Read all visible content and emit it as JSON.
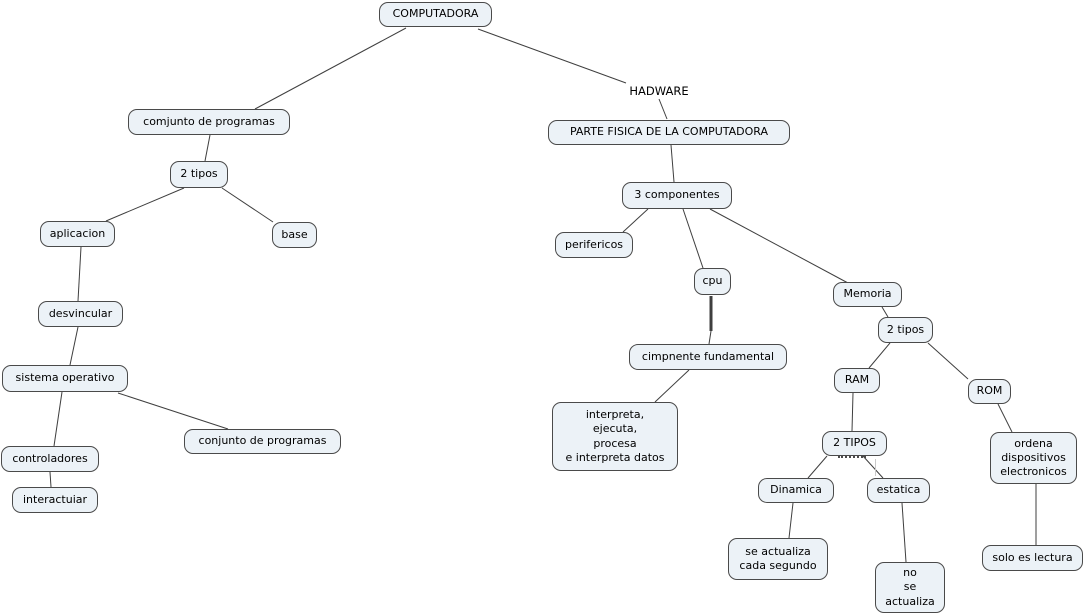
{
  "document": {
    "title": "COMPUTADORA"
  },
  "colors": {
    "background": "#ffffff",
    "node_fill": "#ecf2f7",
    "node_border": "#4a4a4a",
    "edge": "#3f3f3f",
    "text": "#000000"
  },
  "nodes": [
    {
      "id": "computadora",
      "label": "COMPUTADORA"
    },
    {
      "id": "comjunto-de-programas",
      "label": "comjunto de programas"
    },
    {
      "id": "parte-fisica",
      "label": "PARTE FISICA DE LA COMPUTADORA"
    },
    {
      "id": "2-tipos-software",
      "label": "2 tipos"
    },
    {
      "id": "3-componentes",
      "label": "3 componentes"
    },
    {
      "id": "aplicacion",
      "label": "aplicacion"
    },
    {
      "id": "base",
      "label": "base"
    },
    {
      "id": "perifericos",
      "label": "perifericos"
    },
    {
      "id": "cpu",
      "label": "cpu"
    },
    {
      "id": "memoria",
      "label": "Memoria"
    },
    {
      "id": "desvincular",
      "label": "desvincular"
    },
    {
      "id": "2-tipos-memoria",
      "label": "2 tipos"
    },
    {
      "id": "cimpnente-fundamental",
      "label": "cimpnente fundamental"
    },
    {
      "id": "sistema-operativo",
      "label": "sistema operativo"
    },
    {
      "id": "ram",
      "label": "RAM"
    },
    {
      "id": "rom",
      "label": "ROM"
    },
    {
      "id": "interpreta",
      "label": "interpreta,\nejecuta,\nprocesa\ne interpreta datos"
    },
    {
      "id": "2-tipos-ram",
      "label": "2 TIPOS"
    },
    {
      "id": "conjunto-de-programas",
      "label": "conjunto de programas"
    },
    {
      "id": "ordena",
      "label": "ordena\ndispositivos\nelectronicos"
    },
    {
      "id": "controladores",
      "label": "controladores"
    },
    {
      "id": "interactuiar",
      "label": "interactuiar"
    },
    {
      "id": "dinamica",
      "label": "Dinamica"
    },
    {
      "id": "estatica",
      "label": "estatica"
    },
    {
      "id": "se-actualiza",
      "label": "se actualiza\ncada segundo"
    },
    {
      "id": "no-se-actualiza",
      "label": "no\nse\nactualiza"
    },
    {
      "id": "solo-es-lectura",
      "label": "solo es lectura"
    }
  ],
  "link_labels": [
    {
      "id": "hadware",
      "label": "HADWARE"
    }
  ],
  "edges": [
    {
      "from": "computadora",
      "to": "comjunto-de-programas"
    },
    {
      "from": "computadora",
      "to": "hadware"
    },
    {
      "from": "hadware",
      "to": "parte-fisica"
    },
    {
      "from": "comjunto-de-programas",
      "to": "2-tipos-software"
    },
    {
      "from": "2-tipos-software",
      "to": "aplicacion"
    },
    {
      "from": "2-tipos-software",
      "to": "base"
    },
    {
      "from": "aplicacion",
      "to": "desvincular"
    },
    {
      "from": "desvincular",
      "to": "sistema-operativo"
    },
    {
      "from": "sistema-operativo",
      "to": "controladores"
    },
    {
      "from": "sistema-operativo",
      "to": "conjunto-de-programas"
    },
    {
      "from": "controladores",
      "to": "interactuiar"
    },
    {
      "from": "parte-fisica",
      "to": "3-componentes"
    },
    {
      "from": "3-componentes",
      "to": "perifericos"
    },
    {
      "from": "3-componentes",
      "to": "cpu"
    },
    {
      "from": "3-componentes",
      "to": "memoria"
    },
    {
      "from": "cpu",
      "to": "cimpnente-fundamental"
    },
    {
      "from": "cimpnente-fundamental",
      "to": "interpreta"
    },
    {
      "from": "memoria",
      "to": "2-tipos-memoria"
    },
    {
      "from": "2-tipos-memoria",
      "to": "ram"
    },
    {
      "from": "2-tipos-memoria",
      "to": "rom"
    },
    {
      "from": "ram",
      "to": "2-tipos-ram"
    },
    {
      "from": "2-tipos-ram",
      "to": "dinamica"
    },
    {
      "from": "2-tipos-ram",
      "to": "estatica"
    },
    {
      "from": "dinamica",
      "to": "se-actualiza"
    },
    {
      "from": "estatica",
      "to": "no-se-actualiza"
    },
    {
      "from": "rom",
      "to": "ordena"
    },
    {
      "from": "ordena",
      "to": "solo-es-lectura"
    }
  ]
}
